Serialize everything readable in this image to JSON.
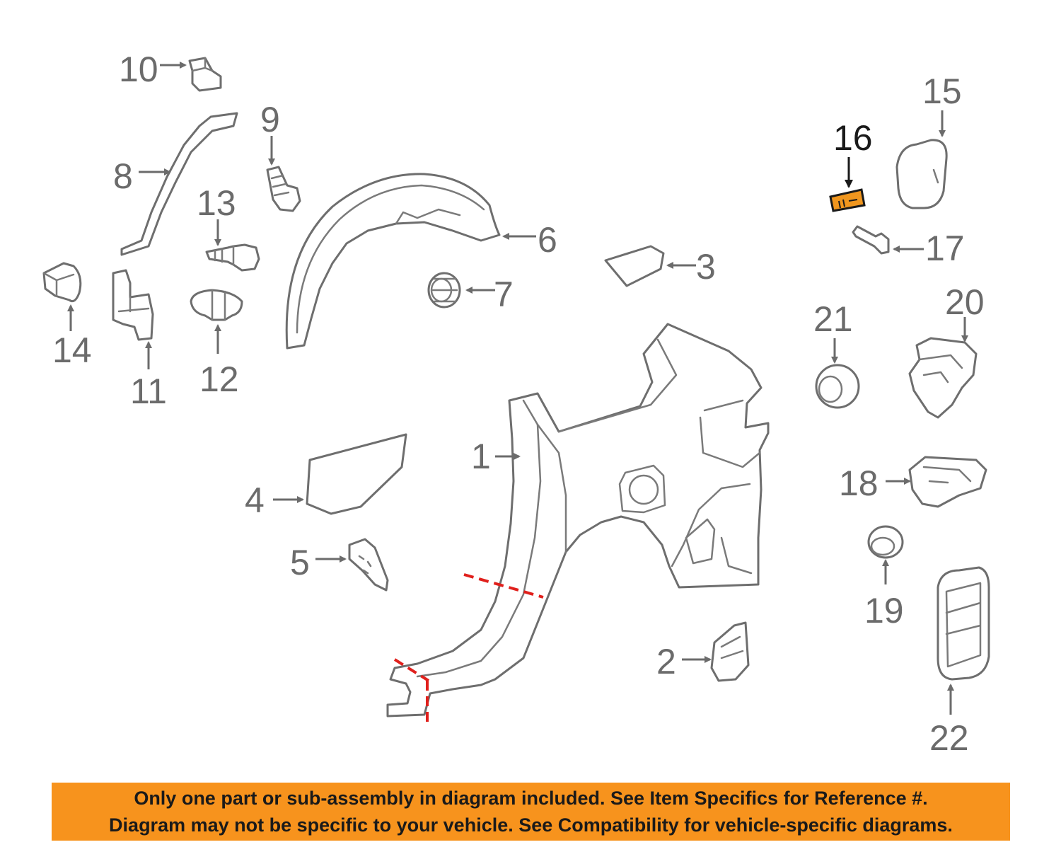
{
  "callouts": {
    "c1": "1",
    "c2": "2",
    "c3": "3",
    "c4": "4",
    "c5": "5",
    "c6": "6",
    "c7": "7",
    "c8": "8",
    "c9": "9",
    "c10": "10",
    "c11": "11",
    "c12": "12",
    "c13": "13",
    "c14": "14",
    "c15": "15",
    "c16": "16",
    "c17": "17",
    "c18": "18",
    "c19": "19",
    "c20": "20",
    "c21": "21",
    "c22": "22"
  },
  "highlighted_part": "16",
  "colors": {
    "line": "#6e6e6e",
    "highlight_fill": "#f0961e",
    "cut_line": "#e0201c",
    "banner_bg": "#f7931d"
  },
  "banner": {
    "line1": "Only one part or sub-assembly in diagram included. See Item Specifics for Reference #.",
    "line2": "Diagram may not be specific to your vehicle. See Compatibility for vehicle-specific diagrams."
  }
}
